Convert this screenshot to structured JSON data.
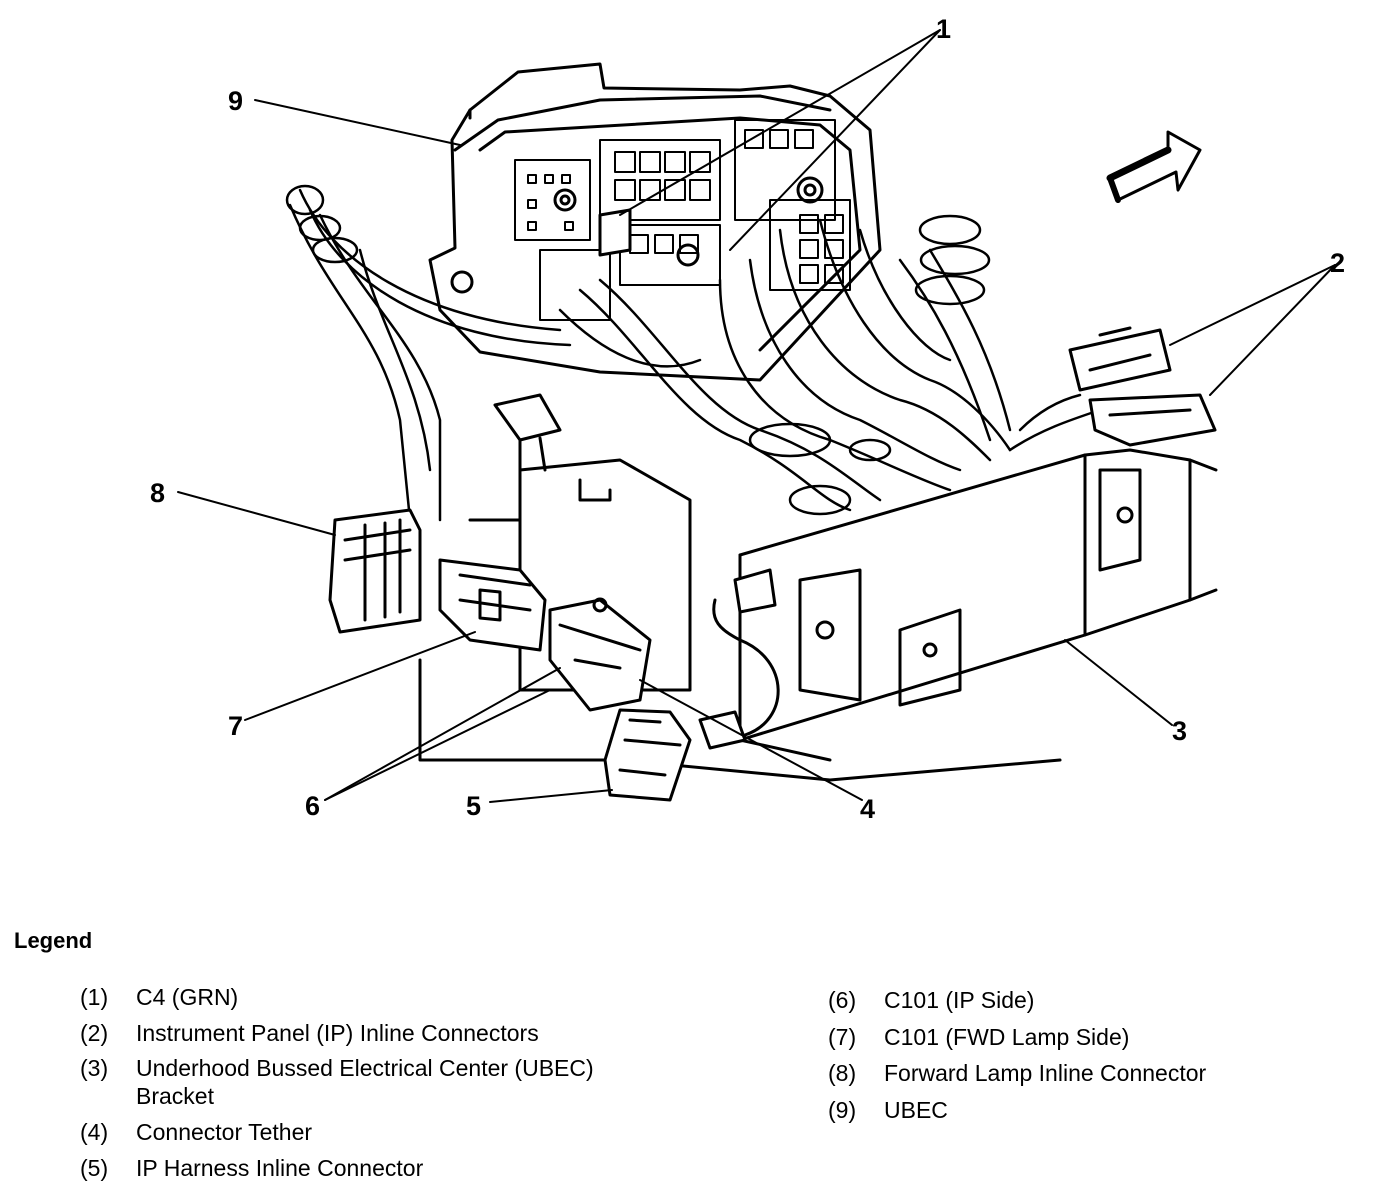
{
  "callouts": [
    "1",
    "2",
    "3",
    "4",
    "5",
    "6",
    "7",
    "8",
    "9"
  ],
  "legend": {
    "title": "Legend",
    "items": [
      {
        "num": "(1)",
        "text": "C4 (GRN)"
      },
      {
        "num": "(2)",
        "text": "Instrument Panel (IP) Inline Connectors"
      },
      {
        "num": "(3)",
        "text": "Underhood Bussed Electrical Center (UBEC)",
        "text2": "Bracket"
      },
      {
        "num": "(4)",
        "text": "Connector Tether"
      },
      {
        "num": "(5)",
        "text": "IP Harness Inline Connector"
      },
      {
        "num": "(6)",
        "text": "C101 (IP Side)"
      },
      {
        "num": "(7)",
        "text": "C101 (FWD Lamp Side)"
      },
      {
        "num": "(8)",
        "text": "Forward Lamp Inline Connector"
      },
      {
        "num": "(9)",
        "text": "UBEC"
      }
    ]
  }
}
